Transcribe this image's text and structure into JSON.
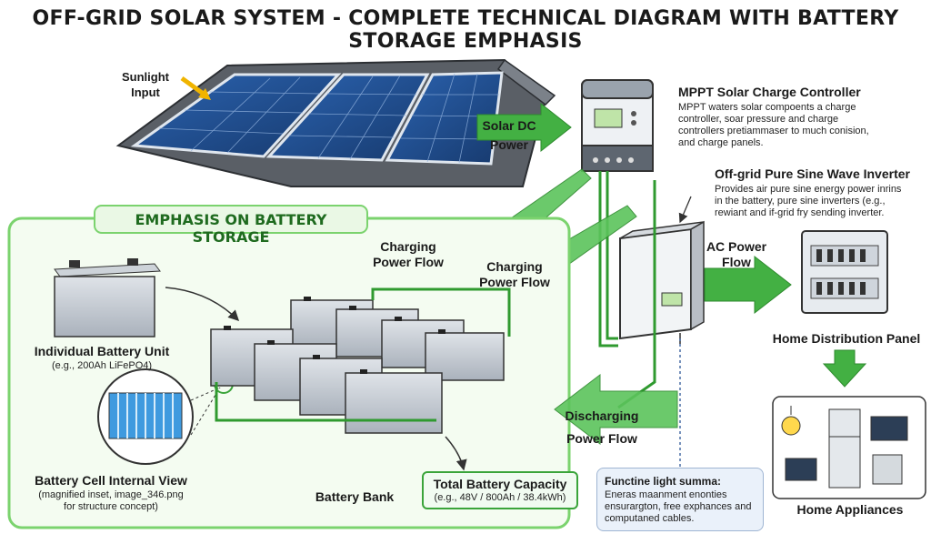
{
  "title": "OFF-GRID SOLAR SYSTEM - COMPLETE TECHNICAL DIAGRAM WITH BATTERY STORAGE EMPHASIS",
  "sunlight": "Sunlight\nInput",
  "solar_dc": {
    "line1": "Solar DC",
    "line2": "Power"
  },
  "controller": {
    "title": "MPPT Solar Charge Controller",
    "desc": "MPPT waters solar compoents a charge controller, soar pressure and charge controllers pretiammaser to much conision, and charge panels."
  },
  "inverter": {
    "title": "Off-grid Pure Sine Wave Inverter",
    "desc": "Provides air pure sine energy power inrins in the battery, pure sine inverters (e.g., rewiant and if-grid fry sending inverter."
  },
  "ac_power": {
    "line1": "AC Power",
    "line2": "Flow"
  },
  "home_panel": "Home Distribution Panel",
  "home_appliances": "Home Appliances",
  "emphasis_title": "EMPHASIS ON BATTERY STORAGE",
  "charging_1": {
    "line1": "Charging",
    "line2": "Power Flow"
  },
  "charging_2": {
    "line1": "Charging",
    "line2": "Power Flow"
  },
  "discharging": {
    "line1": "Discharging",
    "line2": "Power Flow"
  },
  "battery_unit": {
    "title": "Individual Battery Unit",
    "sub": "(e.g., 200Ah LiFePO4)"
  },
  "battery_cell": {
    "title": "Battery Cell Internal View",
    "sub": "(magnified inset, image_346.png\nfor structure concept)"
  },
  "battery_bank": "Battery Bank",
  "capacity": {
    "title": "Total Battery Capacity",
    "sub": "(e.g., 48V / 800Ah / 38.4kWh)"
  },
  "note": {
    "title": "Functine light summa:",
    "body": "Eneras maanment enonties ensurargton, free exphances and computaned cables."
  },
  "colors": {
    "accent_green": "#3aa43a",
    "panel_blue": "#1f4e8c",
    "glow_green": "#c9f0c3"
  }
}
